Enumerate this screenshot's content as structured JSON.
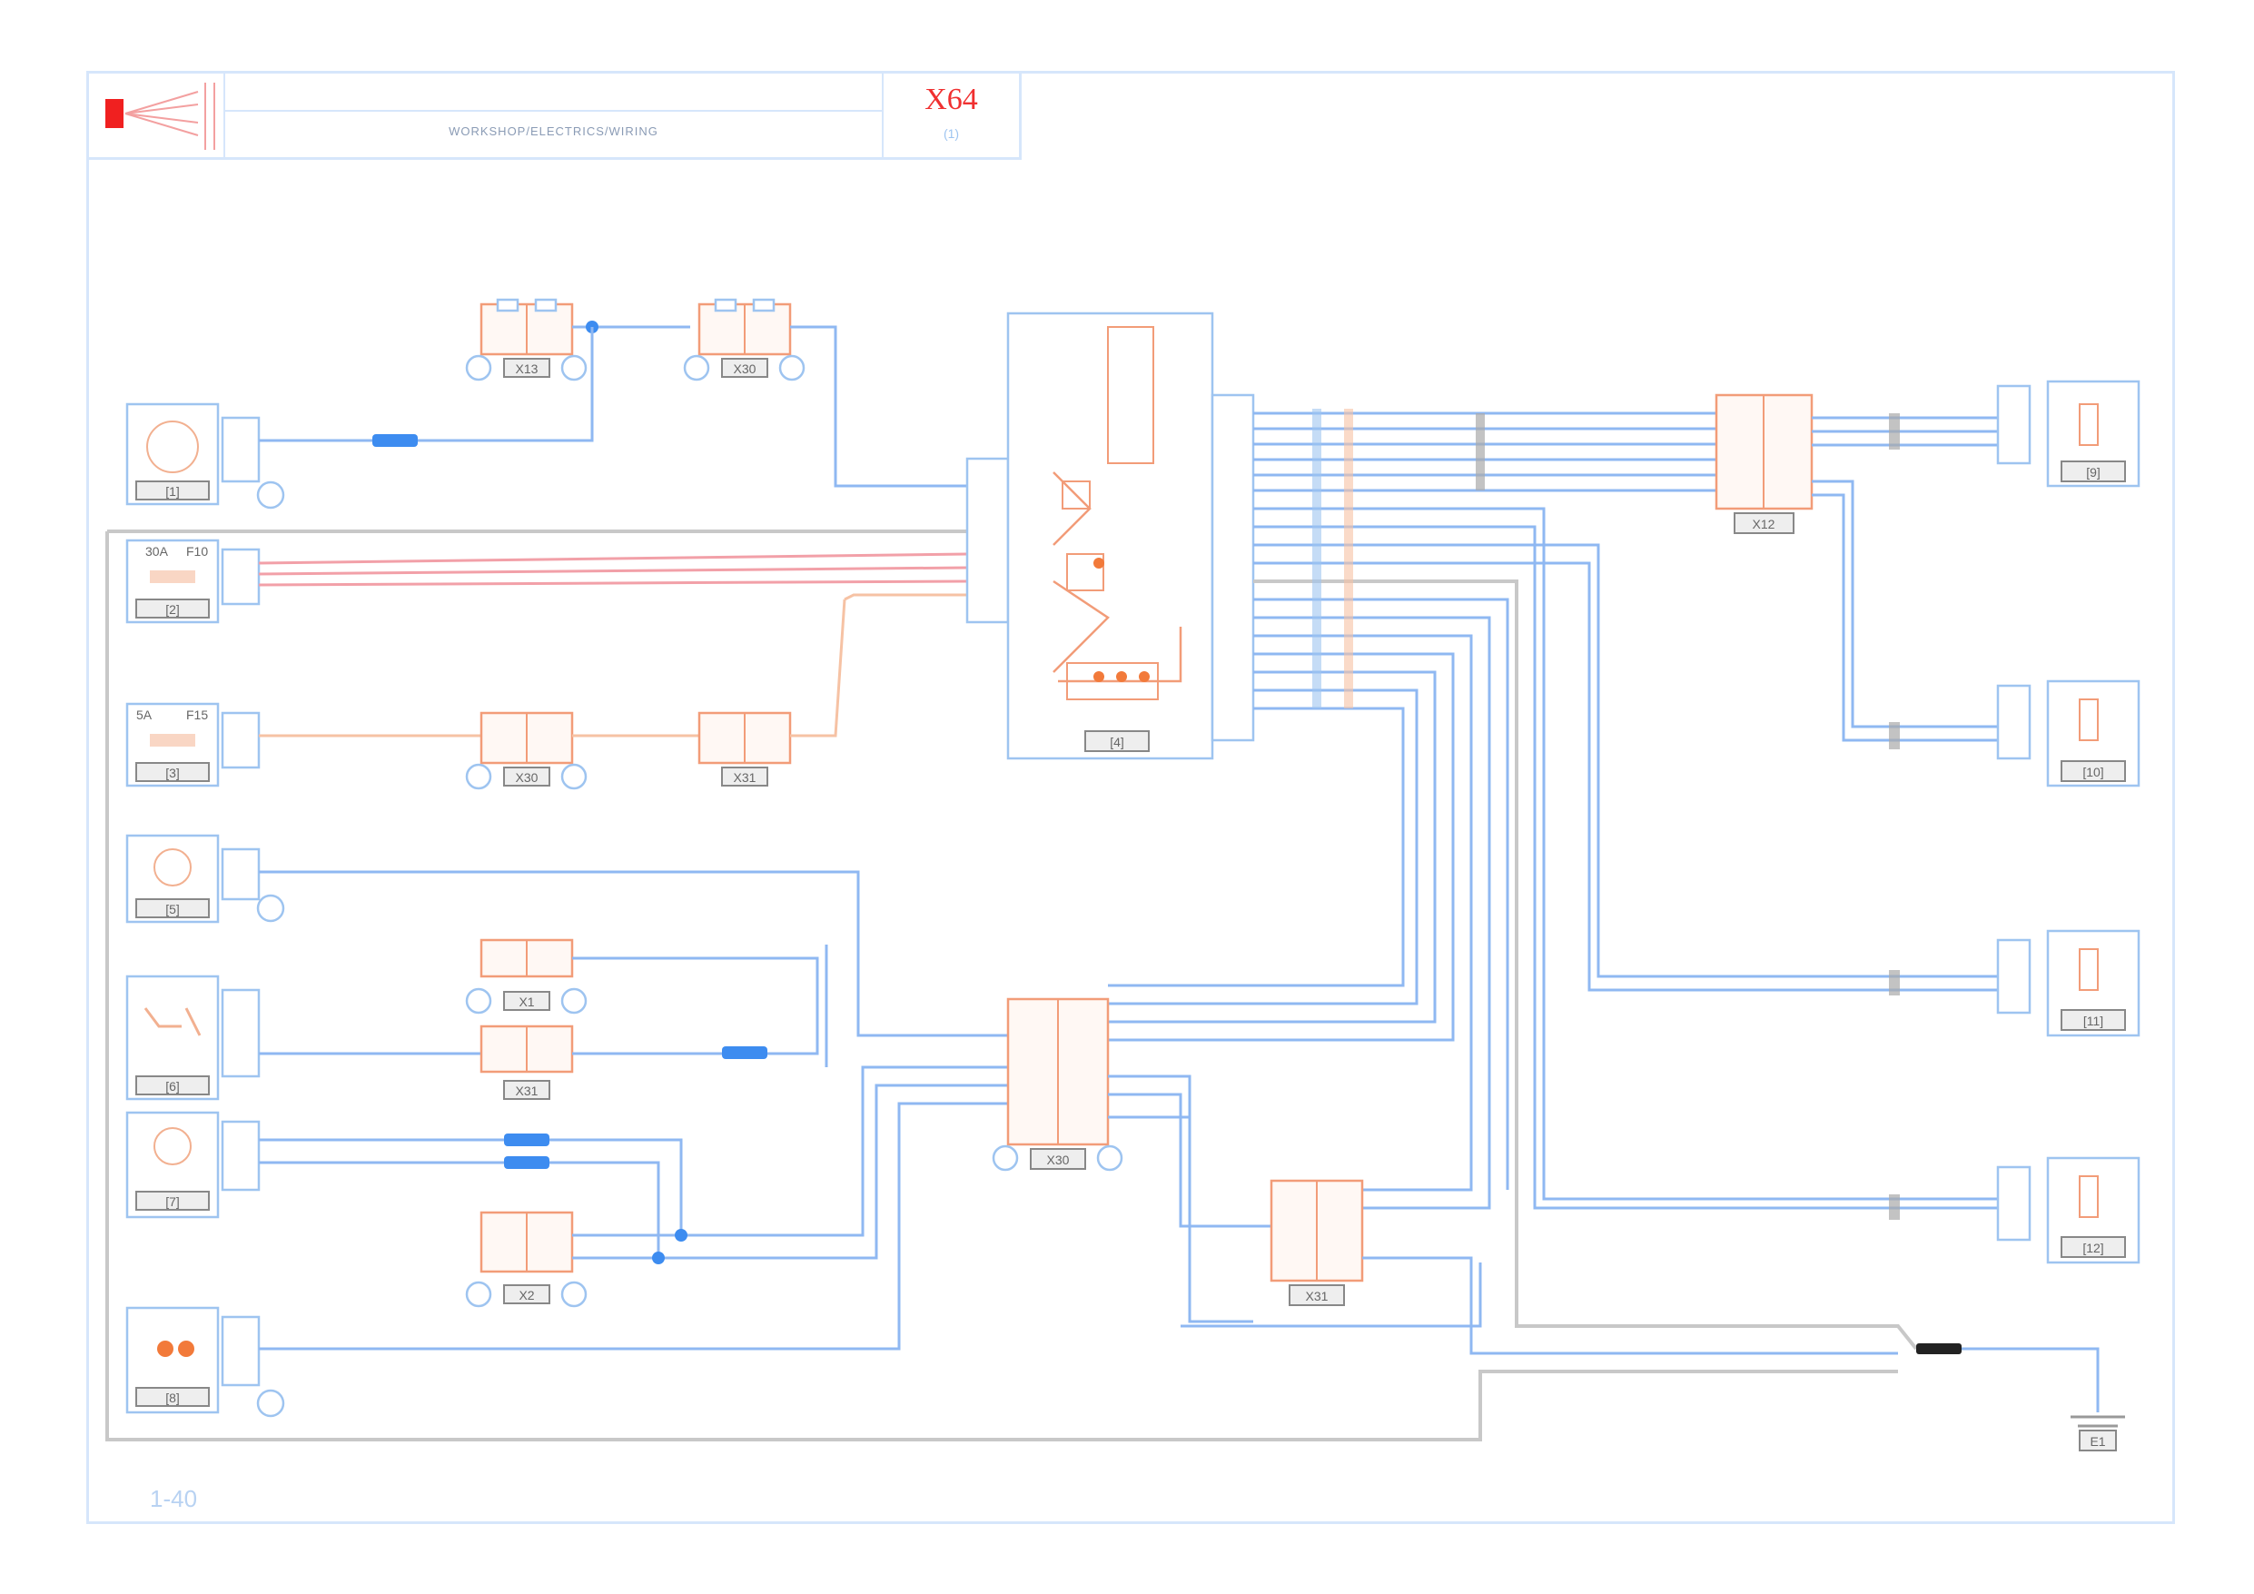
{
  "title_block": {
    "code": "X64",
    "code_sub": "(1)",
    "title": "WORKSHOP/ELECTRICS/WIRING"
  },
  "page_number": "1-40",
  "diagram": {
    "component_tags": {
      "splice_top_1": "X13",
      "splice_top_2": "X30",
      "sensor_1": "[1]",
      "module_1": "[2]",
      "module_2": "[3]",
      "splice_mid_1": "X30",
      "splice_mid_2": "X31",
      "ecu": "[4]",
      "sensor_2": "[5]",
      "sensor_3": "[6]",
      "sensor_4": "[7]",
      "splice_low_1": "X1",
      "splice_low_2": "X31",
      "splice_low_3": "X2",
      "lamp": "[8]",
      "center_connector": "X30",
      "right_connector": "X31",
      "connector_top_right": "X12",
      "act_1": "[9]",
      "act_2": "[10]",
      "act_3": "[11]",
      "act_4": "[12]",
      "ground": "E1"
    },
    "module_labels": {
      "module_1_left": "30A",
      "module_1_right": "F10",
      "module_2_left": "5A",
      "module_2_right": "F15"
    }
  },
  "colors": {
    "wire_blue": "#8fb8f2",
    "wire_orange": "#f6b896",
    "wire_red": "#f2a0a8",
    "wire_grey": "#c8c8c8",
    "component_orange": "#f29060",
    "frame": "#d6e6fb",
    "accent_red": "#f03030",
    "fuse_blue": "#3d8cf0",
    "ground_black": "#222222"
  }
}
